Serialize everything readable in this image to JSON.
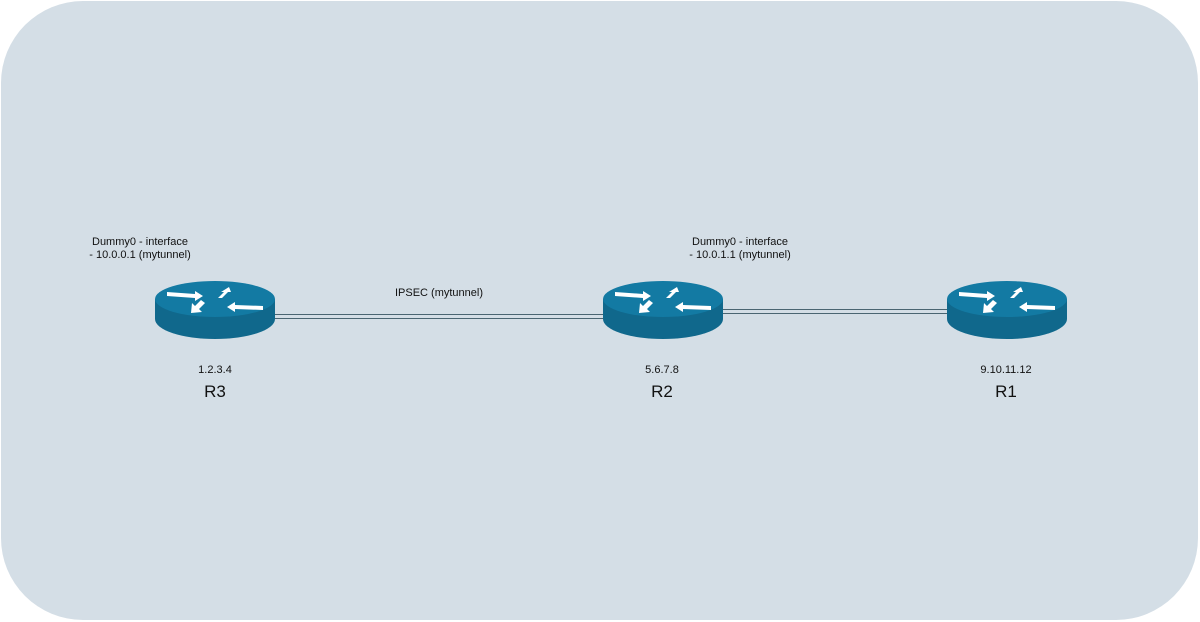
{
  "colors": {
    "background": "#d4dee6",
    "router_body": "#10688c",
    "router_top": "#137aa3",
    "router_arrows": "#ffffff",
    "link": "#4a6572"
  },
  "routers": [
    {
      "id": "r3",
      "name": "R3",
      "ip": "1.2.3.4",
      "icon": "router-icon",
      "interface_line1": "Dummy0 - interface",
      "interface_line2": "- 10.0.0.1 (mytunnel)"
    },
    {
      "id": "r2",
      "name": "R2",
      "ip": "5.6.7.8",
      "icon": "router-icon",
      "interface_line1": "Dummy0 - interface",
      "interface_line2": "- 10.0.1.1 (mytunnel)"
    },
    {
      "id": "r1",
      "name": "R1",
      "ip": "9.10.11.12",
      "icon": "router-icon"
    }
  ],
  "links": [
    {
      "from": "R3",
      "to": "R2",
      "label": "IPSEC (mytunnel)"
    },
    {
      "from": "R2",
      "to": "R1",
      "label": ""
    }
  ]
}
